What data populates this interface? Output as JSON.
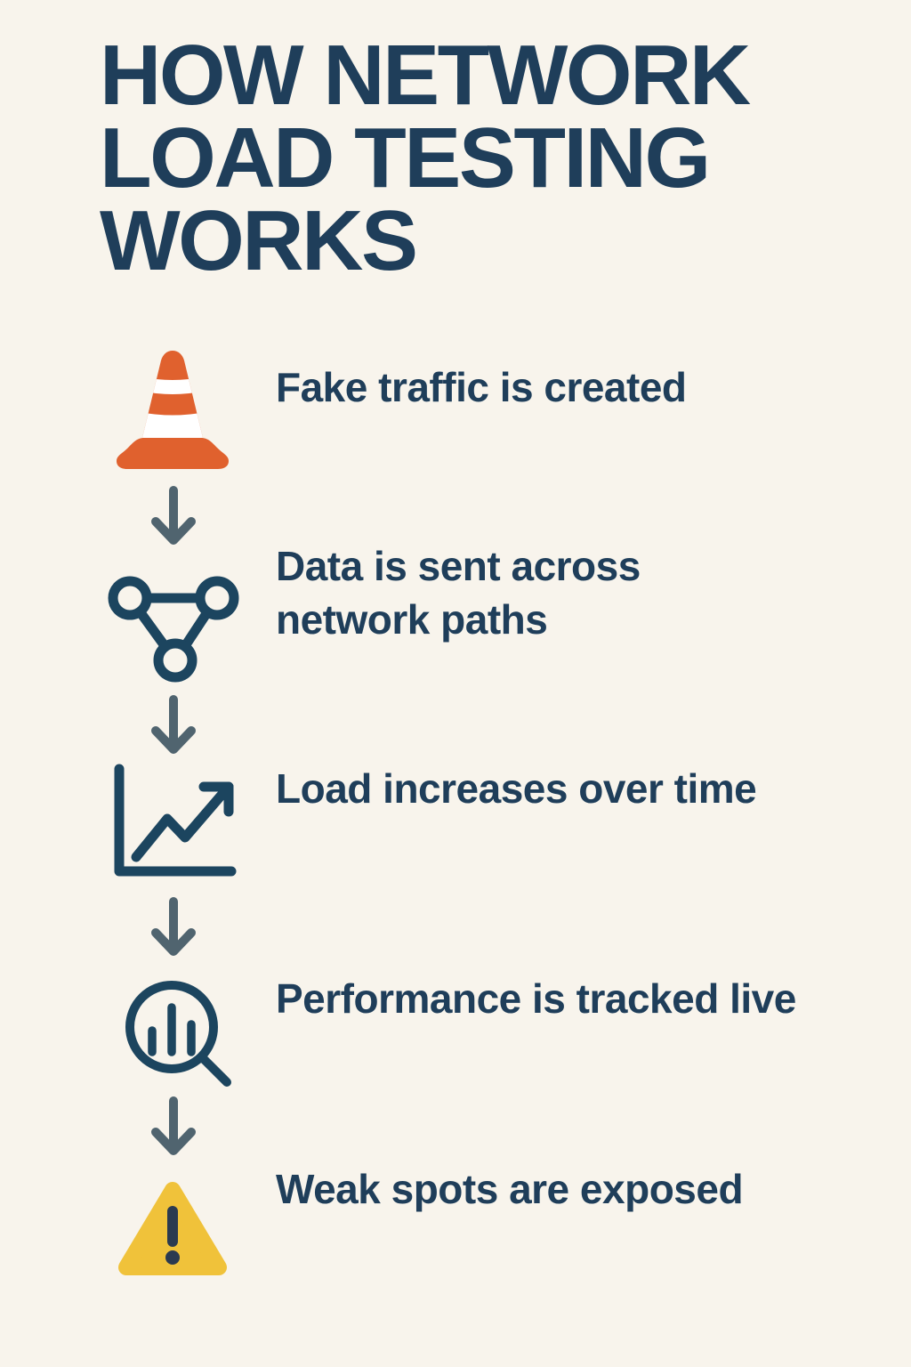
{
  "title": {
    "lines": [
      "HOW NETWORK",
      "LOAD TESTING",
      "WORKS"
    ]
  },
  "steps": [
    {
      "icon": "traffic-cone-icon",
      "label": "Fake traffic is created"
    },
    {
      "icon": "network-paths-icon",
      "label": "Data is sent across network paths"
    },
    {
      "icon": "line-chart-increase-icon",
      "label": "Load increases over time"
    },
    {
      "icon": "magnifier-bar-chart-icon",
      "label": "Performance is tracked live"
    },
    {
      "icon": "warning-triangle-icon",
      "label": "Weak spots are exposed"
    }
  ],
  "colors": {
    "background": "#f8f4ec",
    "text_navy": "#1f3e5a",
    "icon_navy": "#1c455f",
    "arrow_slate": "#50646f",
    "cone_orange": "#e0612e",
    "cone_stripe_white": "#ffffff",
    "warning_yellow": "#f0c23a",
    "warning_mark_navy": "#2b3a50"
  }
}
